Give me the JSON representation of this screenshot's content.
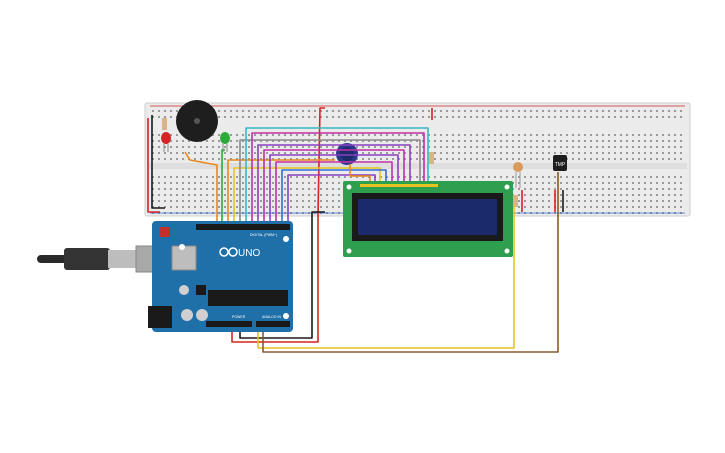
{
  "arduino": {
    "brand": "UNO",
    "header_digital": "DIGITAL (PWM~)",
    "header_power": "POWER",
    "header_analog": "ANALOG IN",
    "colors": {
      "board": "#1f6fa8",
      "board_dark": "#17598a"
    }
  },
  "sensor": {
    "label": "TMP"
  },
  "colors": {
    "breadboard": "#e8e8e8",
    "lcd_board": "#2e9e4f",
    "lcd_screen": "#1b2a6b",
    "wire_red": "#d62424",
    "wire_black": "#1a1a1a",
    "wire_yellow": "#e8c421",
    "wire_brown": "#8a5a2b",
    "wire_orange": "#e88a1a",
    "wire_green": "#2bab3a",
    "wire_blue": "#2f6fd8",
    "wire_purple": "#8a3fc2",
    "wire_magenta": "#c22fa8",
    "wire_cyan": "#3ab8c8",
    "wire_gray": "#8a8a8a"
  }
}
